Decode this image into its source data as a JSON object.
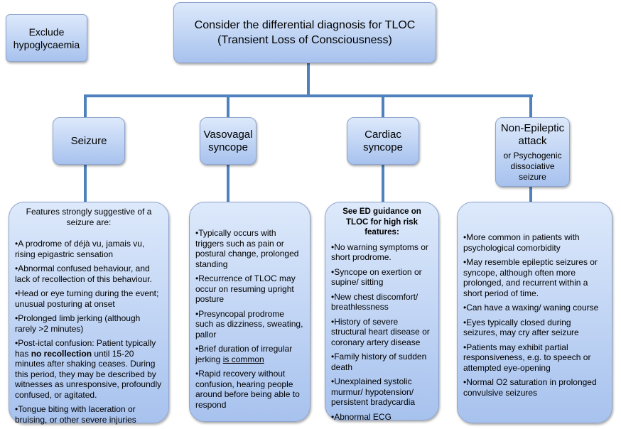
{
  "exclude": "Exclude hypoglycaemia",
  "top": {
    "line1": "Consider the differential diagnosis for TLOC",
    "line2": "(Transient Loss of Consciousness)"
  },
  "categories": [
    {
      "title": "Seizure",
      "intro": "Features strongly suggestive of a seizure are:",
      "items": [
        "•A prodrome of déjà vu, jamais vu, rising epigastric sensation",
        "•Abnormal confused behaviour, and lack of recollection of this behaviour.",
        "•Head or eye turning during the event; unusual posturing at onset",
        "•Prolonged limb jerking (although rarely >2 minutes)"
      ],
      "item5": {
        "pre": "•Post-ictal confusion: Patient typically has ",
        "bold": "no recollection",
        "post": " until 15-20 minutes after shaking ceases. During this period, they may be described by witnesses as unresponsive, profoundly confused, or agitated."
      },
      "item6": "•Tongue biting with laceration or bruising, or other severe injuries"
    },
    {
      "title": "Vasovagal syncope",
      "items": [
        "•Typically occurs with triggers such as pain or postural change, prolonged standing",
        "•Recurrence of TLOC may occur on resuming  upright posture",
        "•Presyncopal prodrome such as dizziness, sweating, pallor"
      ],
      "item4": {
        "pre": "•Brief duration of irregular jerking ",
        "underline": "is common"
      },
      "item5": "•Rapid recovery without confusion, hearing people around before being able to respond"
    },
    {
      "title": "Cardiac syncope",
      "intro": "See ED guidance on TLOC for high risk features:",
      "items": [
        "•No warning symptoms or short prodrome.",
        "•Syncope on exertion or supine/ sitting",
        "•New chest discomfort/ breathlessness",
        "•History of severe structural heart disease or coronary artery disease",
        "•Family history of sudden death",
        "•Unexplained systolic murmur/ hypotension/ persistent bradycardia",
        "•Abnormal ECG"
      ]
    },
    {
      "title": "Non-Epileptic attack",
      "subtitle": "or Psychogenic dissociative seizure",
      "items": [
        "•More common in patients with psychological comorbidity",
        "•May resemble epileptic seizures or syncope, although often more prolonged, and recurrent within a short period of time.",
        "•Can have a waxing/ waning course",
        "•Eyes typically closed during seizures, may cry after seizure",
        "•Patients may exhibit partial responsiveness, e.g. to speech or attempted eye-opening",
        "•Normal O2 saturation in prolonged convulsive seizures"
      ]
    }
  ]
}
